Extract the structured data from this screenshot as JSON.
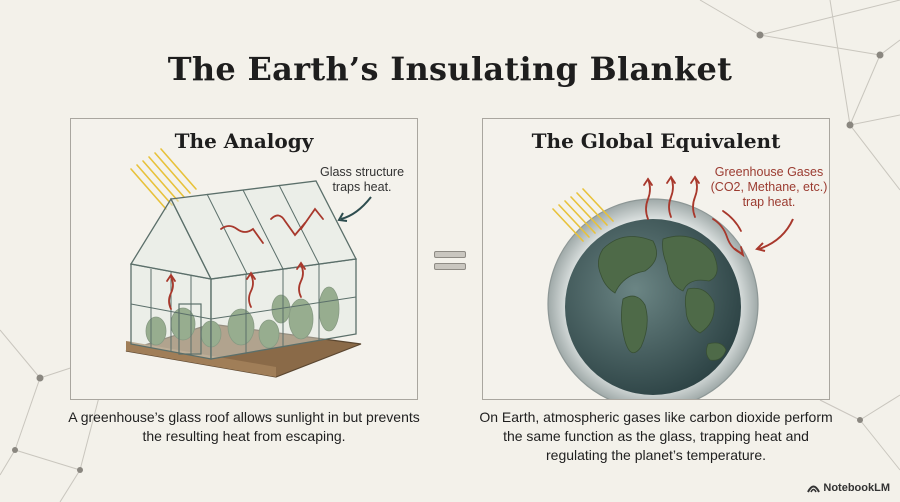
{
  "title": "The Earth’s Insulating Blanket",
  "left_panel": {
    "title": "The Analogy",
    "annotation": "Glass structure traps heat.",
    "caption": "A greenhouse’s glass roof allows sunlight in but prevents the resulting heat from escaping."
  },
  "right_panel": {
    "title": "The Global Equivalent",
    "annotation": "Greenhouse Gases (CO2, Methane, etc.) trap heat.",
    "caption": "On Earth, atmospheric gases like carbon dioxide perform the same function as the glass, trapping heat and regulating the planet’s temperature."
  },
  "branding": {
    "label": "NotebookLM"
  },
  "colors": {
    "background": "#f3f1ea",
    "heat_arrow": "#a8382c",
    "sunlight": "#e8c23a",
    "ocean": "#3d5a5d",
    "land": "#4e6a48",
    "glass_frame": "#5b6f6a"
  },
  "icons": [
    "sunlight-rays-icon",
    "heat-arrow-icon",
    "equals-sign-icon",
    "notebooklm-logo-icon"
  ]
}
